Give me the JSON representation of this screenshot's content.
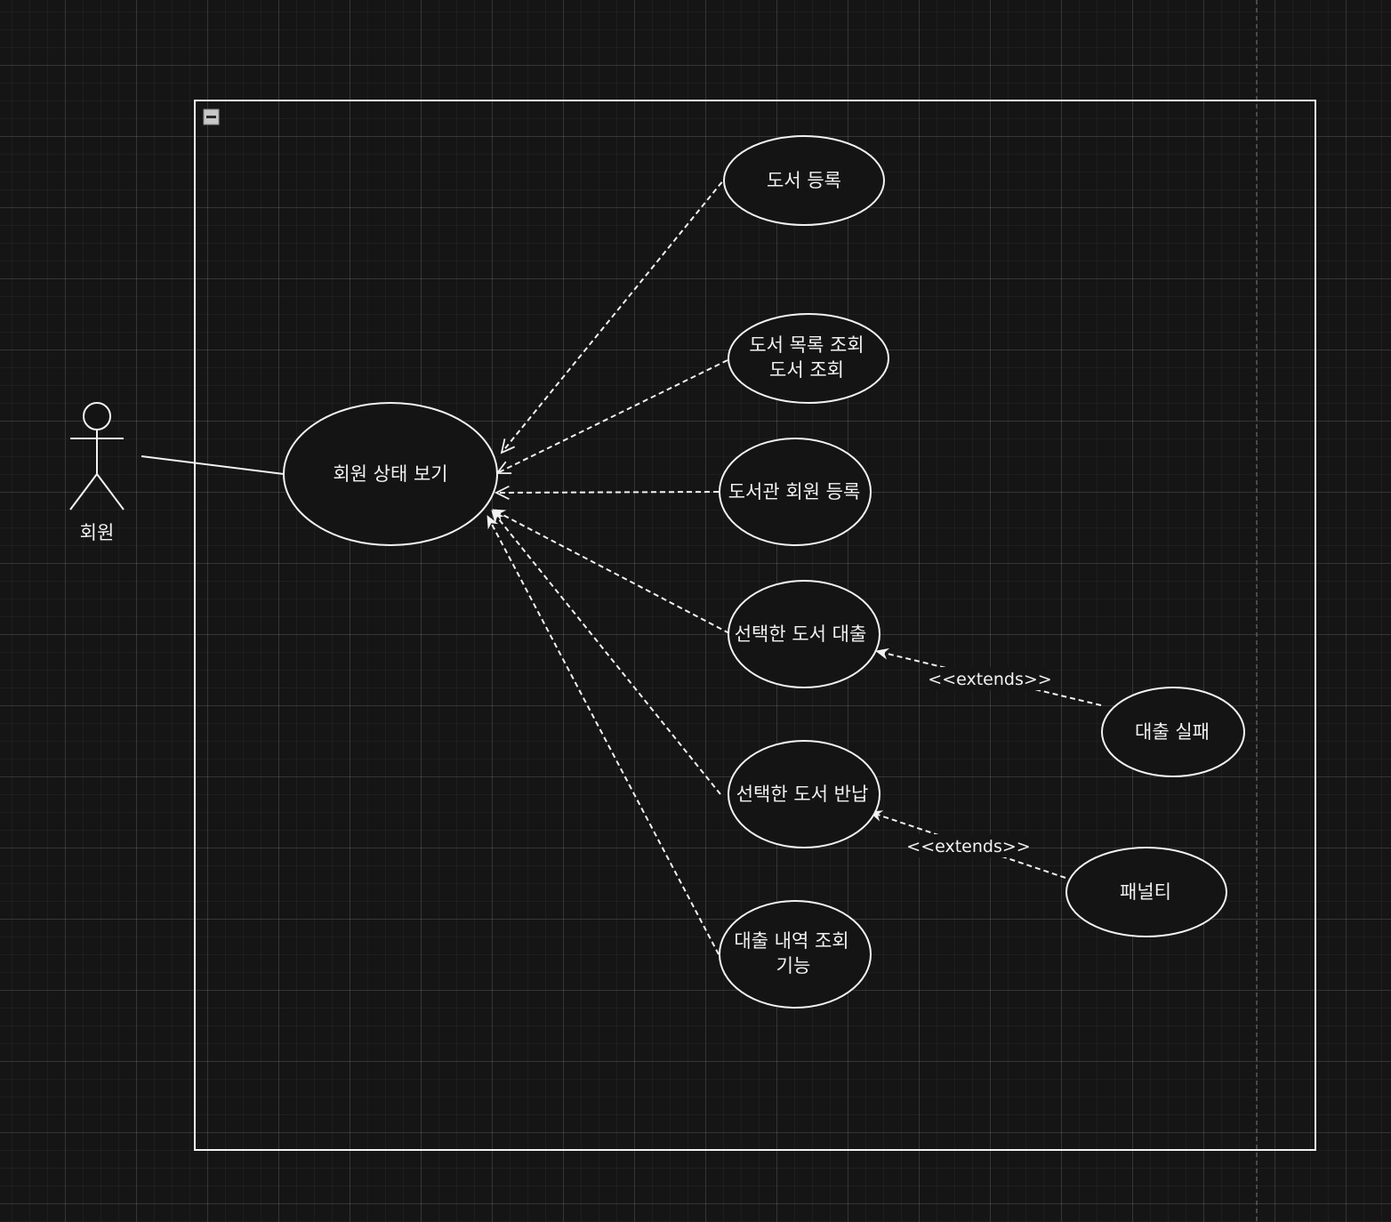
{
  "actor": {
    "label": "회원"
  },
  "use_cases": {
    "center": "회원 상태 보기",
    "book_register": "도서 등록",
    "book_list_line1": "도서 목록 조회",
    "book_list_line2": "도서 조회",
    "member_register": "도서관 회원 등록",
    "borrow": "선택한 도서 대출",
    "return": "선택한 도서 반납",
    "history_line1": "대출 내역 조회",
    "history_line2": "기능",
    "borrow_fail": "대출 실패",
    "penalty": "패널티"
  },
  "edge_labels": {
    "extends_borrow": "<<extends>>",
    "extends_return": "<<extends>>"
  },
  "colors": {
    "background": "#151515",
    "stroke": "#f2f2f2",
    "shape_fill": "#141414"
  }
}
